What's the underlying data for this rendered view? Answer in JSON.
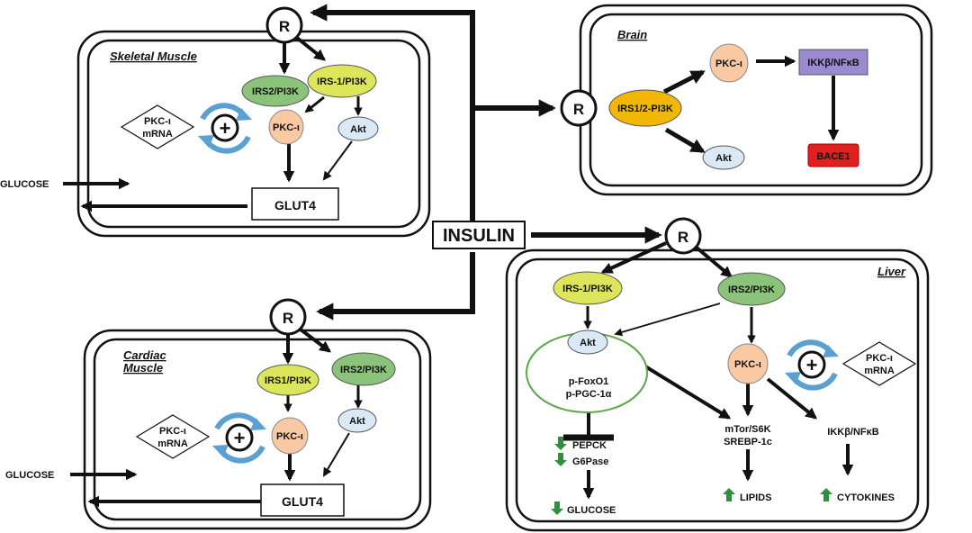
{
  "center": {
    "label": "INSULIN"
  },
  "receptor_label": "R",
  "skeletal_muscle": {
    "title": "Skeletal  Muscle",
    "irs2": "IRS2/PI3K",
    "irs1": "IRS-1/PI3K",
    "pkc": "PKC-ι",
    "akt": "Akt",
    "mrna_line1": "PKC-ι",
    "mrna_line2": "mRNA",
    "glut4": "GLUT4",
    "glucose": "GLUCOSE"
  },
  "cardiac_muscle": {
    "title_line1": "Cardiac",
    "title_line2": "Muscle",
    "irs1": "IRS1/PI3K",
    "irs2": "IRS2/PI3K",
    "pkc": "PKC-ι",
    "akt": "Akt",
    "mrna_line1": "PKC-ι",
    "mrna_line2": "mRNA",
    "glut4": "GLUT4",
    "glucose": "GLUCOSE"
  },
  "brain": {
    "title": "Brain",
    "irs": "IRS1/2-PI3K",
    "pkc": "PKC-ι",
    "akt": "Akt",
    "ikk": "IKKβ/NFκB",
    "bace1": "BACE1"
  },
  "liver": {
    "title": "Liver",
    "irs1": "IRS-1/PI3K",
    "irs2": "IRS2/PI3K",
    "akt": "Akt",
    "foxo1": "p-FoxO1",
    "pgc": "p-PGC-1α",
    "pkc": "PKC-ι",
    "mrna_line1": "PKC-ι",
    "mrna_line2": "mRNA",
    "pepck": "PEPCK",
    "g6pase": "G6Pase",
    "glucose": "GLUCOSE",
    "mtor": "mTor/S6K",
    "srebp": "SREBP-1c",
    "lipids": "LIPIDS",
    "ikk": "IKKβ/NFκB",
    "cytokines": "CYTOKINES"
  },
  "colors": {
    "irs_green": "#8cc37a",
    "irs_yellow": "#dde65a",
    "pkc_orange": "#f9c9a4",
    "akt_blue": "#dbe9f6",
    "brain_irs": "#f2b705",
    "ikk_purple": "#9b8ad1",
    "bace_red": "#e02020",
    "cycle_blue": "#5aa0d2",
    "down_green": "#2f8f3f"
  }
}
